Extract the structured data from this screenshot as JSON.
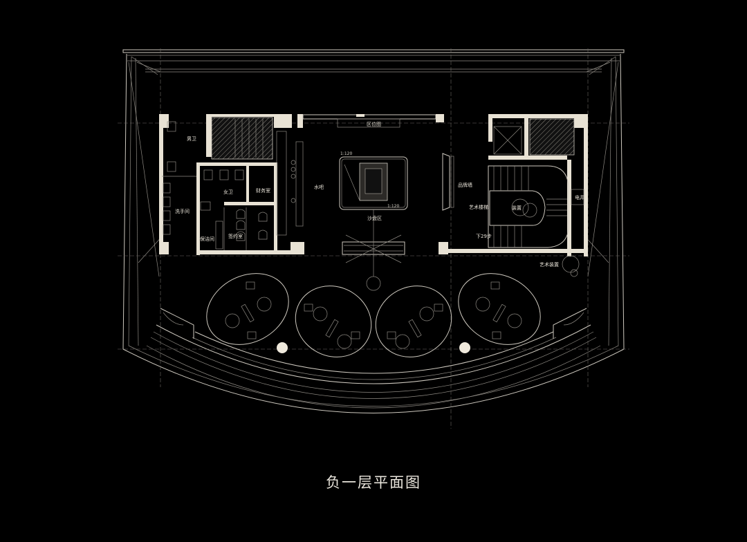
{
  "title": "负一层平面图",
  "colors": {
    "background": "#000000",
    "lines": "#cfcac0",
    "walls": "#e8e2d4",
    "title_text": "#e9e5dc"
  },
  "rooms": {
    "mens_restroom": "男卫",
    "womens_restroom": "女卫",
    "wash_room": "洗手间",
    "finance_room": "财务室",
    "cleaning_room": "保洁间",
    "contract_room": "签约室",
    "water_bar": "水吧",
    "location_map": "区位图",
    "sand_table_area": "沙盘区",
    "brand_wall": "品牌墙",
    "art_staircase": "艺术楼梯",
    "installation": "装置",
    "down_steps": "下29步",
    "electrical_shaft": "电井",
    "art_installation": "艺术装置"
  },
  "scale_labels": {
    "sand_table_top": "1:120",
    "sand_table_bottom": "1:120"
  }
}
